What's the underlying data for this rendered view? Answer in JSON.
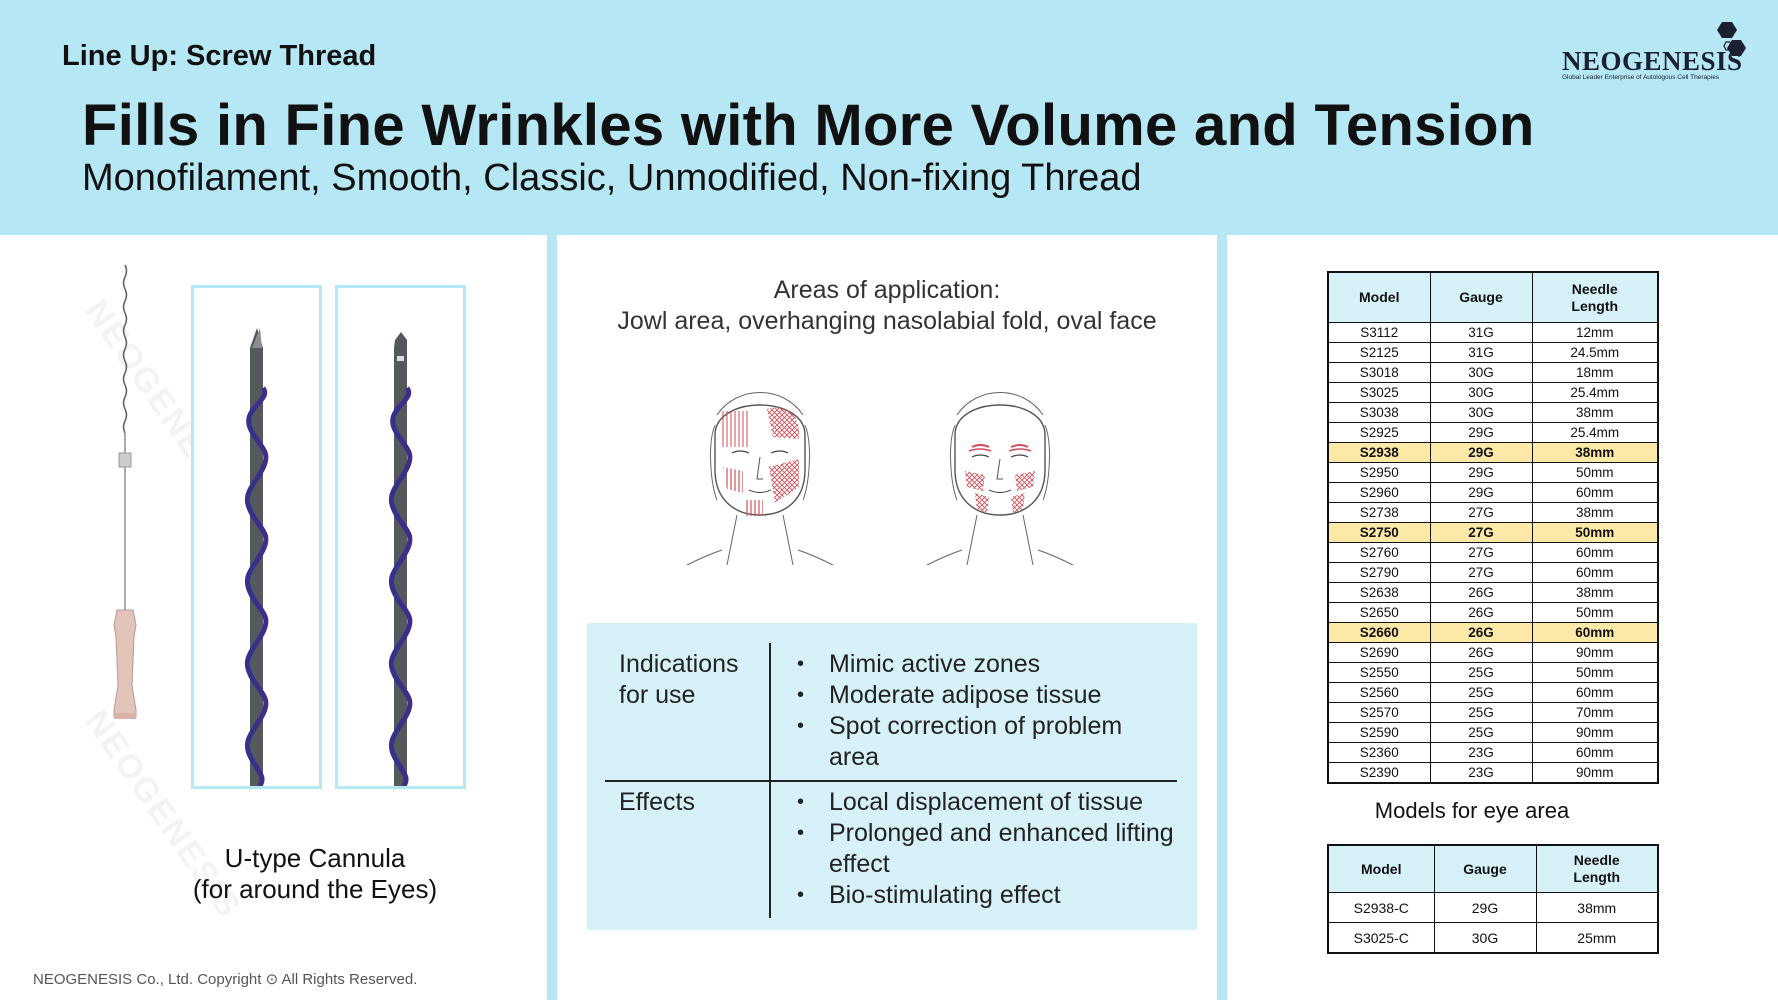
{
  "header": {
    "lineup": "Line Up: Screw Thread",
    "title": "Fills in Fine Wrinkles with More Volume and Tension",
    "subtitle": "Monofilament, Smooth, Classic, Unmodified, Non-fixing Thread",
    "logo_word": "NEOGENESIS",
    "logo_tagline": "Global Leader Enterprise of Autologous Cell Therapies"
  },
  "left_panel": {
    "cannula_label_line1": "U-type Cannula",
    "cannula_label_line2": "(for around the Eyes)",
    "copyright": "NEOGENESIS Co., Ltd. Copyright ⊙ All Rights Reserved.",
    "watermark": "NEOGENESIS"
  },
  "middle_panel": {
    "areas_heading": "Areas of application:",
    "areas_text": "Jowl area, overhanging nasolabial fold, oval face",
    "indications_label_1": "Indications",
    "indications_label_2": "for use",
    "indications": [
      "Mimic active zones",
      "Moderate adipose tissue",
      "Spot correction of problem area"
    ],
    "effects_label": "Effects",
    "effects": [
      "Local displacement of tissue",
      "Prolonged and enhanced lifting effect",
      "Bio-stimulating effect"
    ]
  },
  "right_panel": {
    "headers": {
      "model": "Model",
      "gauge": "Gauge",
      "needle_1": "Needle",
      "needle_2": "Length"
    },
    "models": [
      {
        "model": "S3112",
        "gauge": "31G",
        "length": "12mm",
        "highlight": false
      },
      {
        "model": "S2125",
        "gauge": "31G",
        "length": "24.5mm",
        "highlight": false
      },
      {
        "model": "S3018",
        "gauge": "30G",
        "length": "18mm",
        "highlight": false
      },
      {
        "model": "S3025",
        "gauge": "30G",
        "length": "25.4mm",
        "highlight": false
      },
      {
        "model": "S3038",
        "gauge": "30G",
        "length": "38mm",
        "highlight": false
      },
      {
        "model": "S2925",
        "gauge": "29G",
        "length": "25.4mm",
        "highlight": false
      },
      {
        "model": "S2938",
        "gauge": "29G",
        "length": "38mm",
        "highlight": true
      },
      {
        "model": "S2950",
        "gauge": "29G",
        "length": "50mm",
        "highlight": false
      },
      {
        "model": "S2960",
        "gauge": "29G",
        "length": "60mm",
        "highlight": false
      },
      {
        "model": "S2738",
        "gauge": "27G",
        "length": "38mm",
        "highlight": false
      },
      {
        "model": "S2750",
        "gauge": "27G",
        "length": "50mm",
        "highlight": true
      },
      {
        "model": "S2760",
        "gauge": "27G",
        "length": "60mm",
        "highlight": false
      },
      {
        "model": "S2790",
        "gauge": "27G",
        "length": "60mm",
        "highlight": false
      },
      {
        "model": "S2638",
        "gauge": "26G",
        "length": "38mm",
        "highlight": false
      },
      {
        "model": "S2650",
        "gauge": "26G",
        "length": "50mm",
        "highlight": false
      },
      {
        "model": "S2660",
        "gauge": "26G",
        "length": "60mm",
        "highlight": true
      },
      {
        "model": "S2690",
        "gauge": "26G",
        "length": "90mm",
        "highlight": false
      },
      {
        "model": "S2550",
        "gauge": "25G",
        "length": "50mm",
        "highlight": false
      },
      {
        "model": "S2560",
        "gauge": "25G",
        "length": "60mm",
        "highlight": false
      },
      {
        "model": "S2570",
        "gauge": "25G",
        "length": "70mm",
        "highlight": false
      },
      {
        "model": "S2590",
        "gauge": "25G",
        "length": "90mm",
        "highlight": false
      },
      {
        "model": "S2360",
        "gauge": "23G",
        "length": "60mm",
        "highlight": false
      },
      {
        "model": "S2390",
        "gauge": "23G",
        "length": "90mm",
        "highlight": false
      }
    ],
    "eye_caption": "Models for eye area",
    "eye_models": [
      {
        "model": "S2938-C",
        "gauge": "29G",
        "length": "38mm"
      },
      {
        "model": "S3025-C",
        "gauge": "30G",
        "length": "25mm"
      }
    ]
  },
  "colors": {
    "header_bg": "#b6e7f4",
    "panel_bg": "#d6f1f8",
    "highlight": "#fde9a7",
    "thread": "#3a2f8a"
  }
}
